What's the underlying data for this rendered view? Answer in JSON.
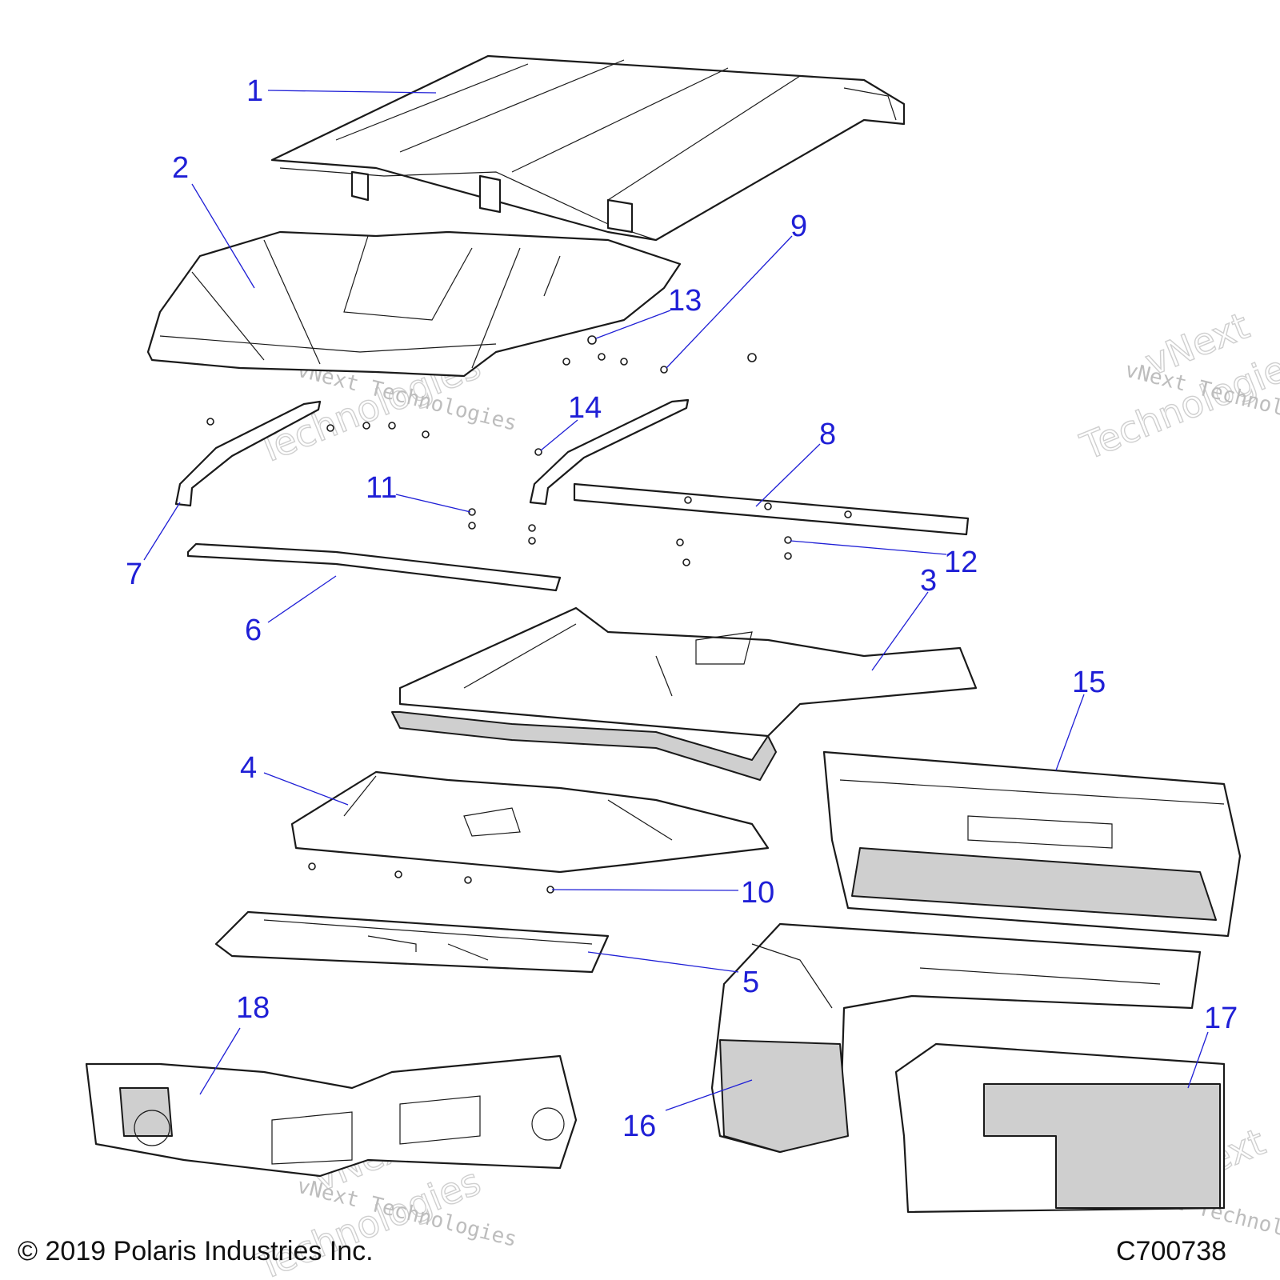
{
  "diagram": {
    "callouts": [
      "1",
      "2",
      "3",
      "4",
      "5",
      "6",
      "7",
      "8",
      "9",
      "10",
      "11",
      "12",
      "13",
      "14",
      "15",
      "16",
      "17",
      "18"
    ],
    "watermark": {
      "line_text": "vNext Technologies",
      "large_word_top": "vNext",
      "large_word_bottom": "Technologies"
    },
    "footer": {
      "copyright": "© 2019 Polaris Industries Inc.",
      "drawing_number": "C700738"
    },
    "colors": {
      "callout": "#1f1fd6",
      "part_outline": "#1a1a1a",
      "part_shade": "#cfcfcf"
    }
  }
}
